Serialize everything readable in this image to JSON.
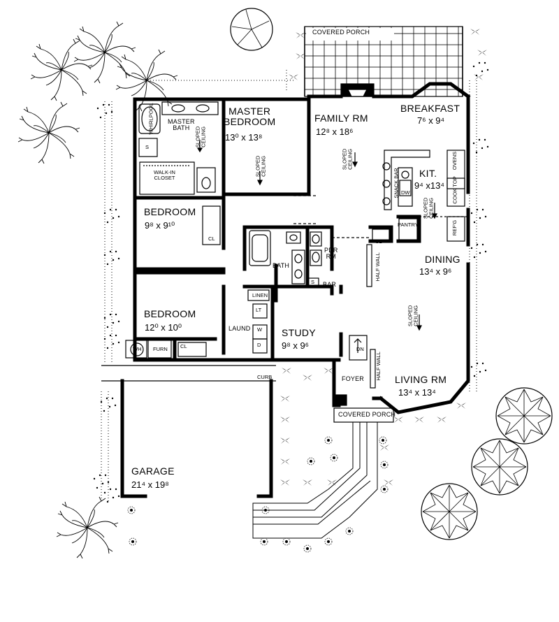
{
  "rooms": {
    "covered_porch_rear": "COVERED PORCH",
    "master_bath": "MASTER\nBATH",
    "whirlpool": "WHIRLPOOL",
    "master_bedroom": "MASTER\nBEDROOM",
    "master_bedroom_dim": "13⁰ x 13⁸",
    "walk_in_closet": "WALK-IN\nCLOSET",
    "family_rm": "FAMILY RM",
    "family_rm_dim": "12⁸ x 18⁶",
    "breakfast": "BREAKFAST",
    "breakfast_dim": "7⁶ x 9⁴",
    "kit": "KIT.",
    "kit_dim": "9⁴ x13⁴",
    "snack_bar": "SNACK BAR",
    "ovens": "OVENS",
    "cook_top": "COOK TOP",
    "refg": "REF'G",
    "pantry": "PANTRY",
    "dw": "DW",
    "bedroom1": "BEDROOM",
    "bedroom1_dim": "9⁸ x 9¹⁰",
    "bath": "BATH",
    "pdr_rm": "PDR\nRM",
    "bar": "BAR",
    "half_wall_1": "HALF WALL",
    "dining": "DINING",
    "dining_dim": "13⁴ x 9⁶",
    "linen": "LINEN",
    "bedroom2": "BEDROOM",
    "bedroom2_dim": "12⁰ x 10⁰",
    "laund": "LAUND",
    "lt": "LT",
    "w": "W",
    "d": "D",
    "study": "STUDY",
    "study_dim": "9⁸ x 9⁶",
    "wh": "WH",
    "furn": "FURN",
    "curb": "CURB",
    "foyer": "FOYER",
    "dn": "DN",
    "half_wall_2": "HALF WALL",
    "living_rm": "LIVING RM",
    "living_rm_dim": "13⁴ x 13⁴",
    "covered_porch_front": "COVERED PORCH",
    "garage": "GARAGE",
    "garage_dim": "21⁴ x 19⁸",
    "cl": "CL",
    "s": "S",
    "sloped_ceiling": "SLOPED\nCEILING"
  }
}
